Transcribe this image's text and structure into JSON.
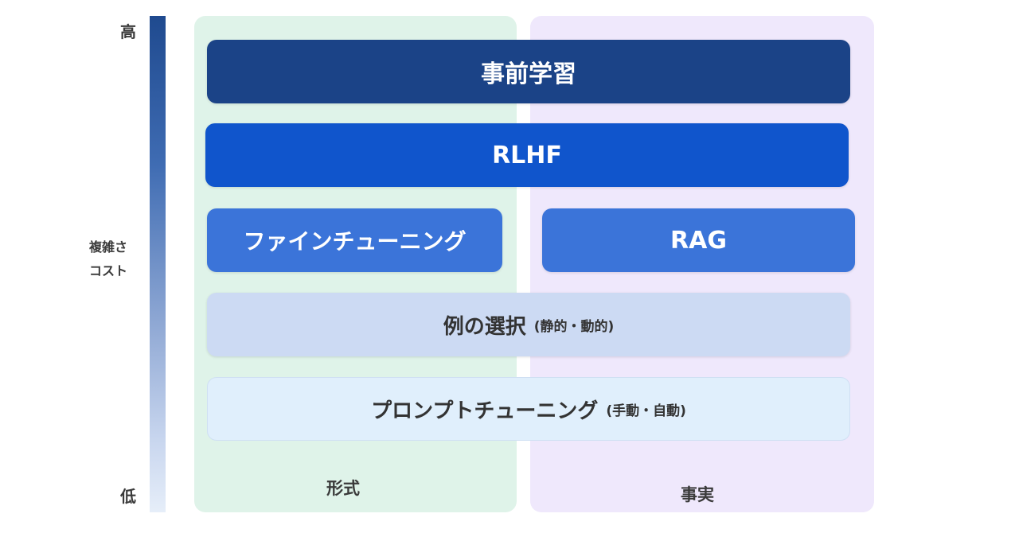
{
  "axis": {
    "high": "高",
    "low": "低",
    "label_line1": "複雑さ",
    "label_line2": "コスト"
  },
  "panels": {
    "form": "形式",
    "fact": "事実"
  },
  "blocks": {
    "pretraining": "事前学習",
    "rlhf": "RLHF",
    "finetuning": "ファインチューニング",
    "rag": "RAG",
    "example_selection": "例の選択",
    "example_selection_sub": "(静的・動的)",
    "prompt_tuning": "プロンプトチューニング",
    "prompt_tuning_sub": "(手動・自動)"
  },
  "colors": {
    "pretraining": "#1b4387",
    "rlhf": "#1055cc",
    "finetuning_rag": "#3b74d9",
    "example_selection": "#ccdaf3",
    "prompt_tuning": "#e0effc",
    "form_panel": "#dff3e9",
    "fact_panel": "#efe8fc"
  }
}
